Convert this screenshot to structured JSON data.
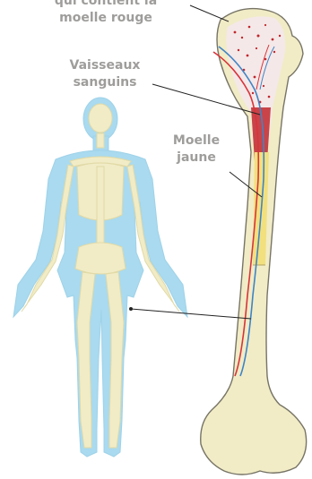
{
  "labels": {
    "red_marrow_line1": "qui contient la",
    "red_marrow_line2": "moelle rouge",
    "vessels_line1": "Vaisseaux",
    "vessels_line2": "sanguins",
    "yellow_marrow_line1": "Moelle",
    "yellow_marrow_line2": "jaune"
  },
  "colors": {
    "label_text": "#9e9d9b",
    "body_silhouette": "#a9daef",
    "skeleton": "#f1ecc6",
    "bone_outline": "#777466",
    "red_marrow": "#c0272d",
    "yellow_marrow": "#f2e07f",
    "artery": "#d8343b",
    "vein": "#3f84c6"
  }
}
